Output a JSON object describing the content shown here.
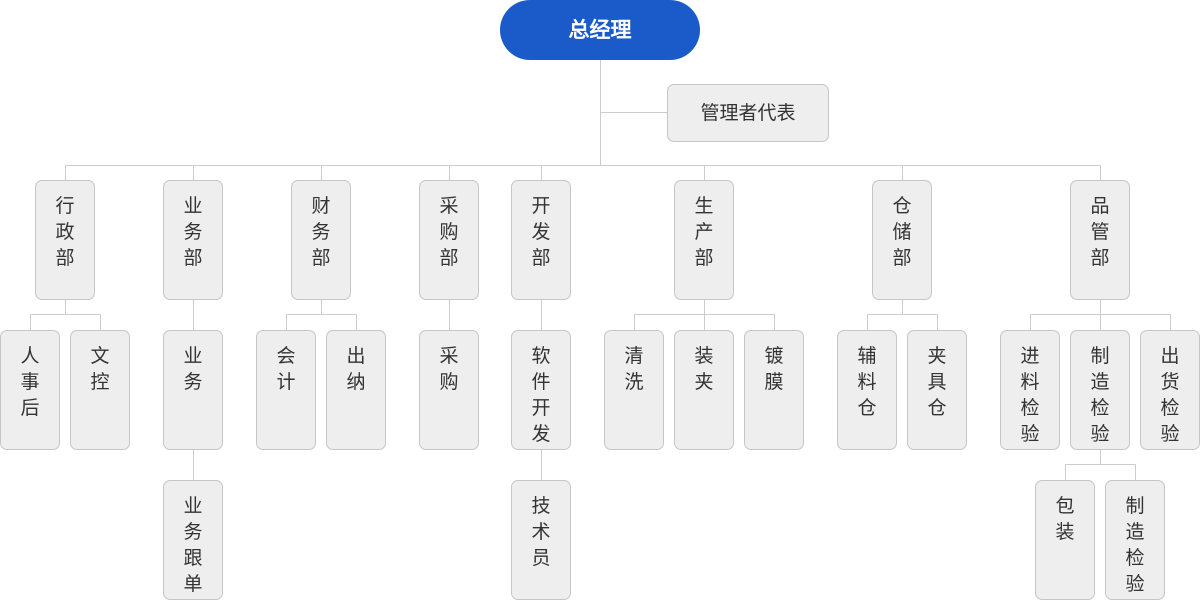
{
  "nodes": {
    "root": "总经理",
    "rep": "管理者代表",
    "admin": "行\n政\n部",
    "biz": "业\n务\n部",
    "finance": "财\n务\n部",
    "purchase": "采\n购\n部",
    "dev": "开\n发\n部",
    "prod": "生\n产\n部",
    "store": "仓\n储\n部",
    "qc": "品\n管\n部",
    "hr": "人\n事\n后",
    "doc": "文\n控",
    "biz_team": "业\n务",
    "acct": "会\n计",
    "cashier": "出\n纳",
    "buyer": "采\n购",
    "swdev": "软\n件\n开\n发",
    "clean": "清\n洗",
    "clamp": "装\n夹",
    "plate": "镀\n膜",
    "aux": "辅\n料\n仓",
    "fixture": "夹\n具\n仓",
    "iqc": "进\n料\n检\n验",
    "ipqc": "制\n造\n检\n验",
    "oqc": "出\n货\n检\n验",
    "follow": "业\n务\n跟\n单",
    "tech": "技\n术\n员",
    "pack": "包\n装",
    "ipqc2": "制\n造\n检\n验"
  },
  "colors": {
    "root_fill": "#1a5bc9",
    "node_fill": "#eeeeee",
    "node_border": "#c6c6c6",
    "connector": "#cccccc"
  }
}
